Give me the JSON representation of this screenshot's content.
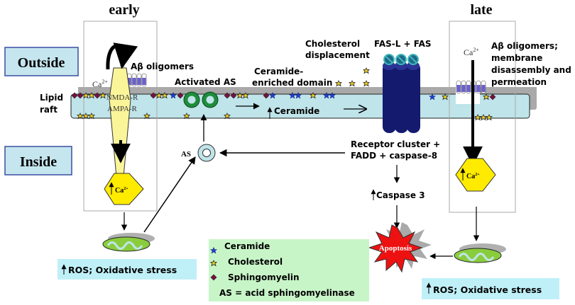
{
  "titles": {
    "early": "early",
    "late": "late"
  },
  "regions": {
    "outside": "Outside",
    "inside": "Inside",
    "lipid_raft_line1": "Lipid",
    "lipid_raft_line2": "raft"
  },
  "early": {
    "ab_oligomers": "Aβ oligomers",
    "ca_ion": "Ca",
    "ca_charge": "2+",
    "nmda": "NMDA-R",
    "ampa": "AMPA-R",
    "ca_increase": "Ca",
    "ca_increase_charge": "2+"
  },
  "middle": {
    "activated_as": "Activated AS",
    "ceramide_domain_line1": "Ceramide-",
    "ceramide_domain_line2": "enriched domain",
    "ceramide_increase": "Ceramide",
    "cholesterol_disp_line1": "Cholesterol",
    "cholesterol_disp_line2": "displacement",
    "fas": "FAS-L + FAS",
    "as_label": "AS",
    "receptor_line1": "Receptor cluster +",
    "receptor_line2": "FADD + caspase-8",
    "caspase3": "Caspase 3",
    "apoptosis": "Apoptosis"
  },
  "late": {
    "ca_ion": "Ca",
    "ca_charge": "2+",
    "desc_line1": "Aβ oligomers;",
    "desc_line2": "membrane",
    "desc_line3": "disassembly and",
    "desc_line4": "permeation",
    "ca_increase": "Ca",
    "ca_increase_charge": "2+"
  },
  "ros": {
    "left": "ROS; Oxidative stress",
    "right": "ROS; Oxidative stress"
  },
  "legend": {
    "ceramide": "Ceramide",
    "cholesterol": "Cholesterol",
    "sphingomyelin": "Sphingomyelin",
    "as_def": "AS = acid sphingomyelinase"
  },
  "colors": {
    "label_box": "#c5e6ee",
    "label_border": "#3b4fa0",
    "membrane": "#bfe4ea",
    "membrane_shadow": "#a9a9a9",
    "channel": "#fbf59a",
    "hexagon": "#ffeb00",
    "fas": "#141a6e",
    "fas_cap": "#3fb8b8",
    "as_green": "#1e8c3c",
    "legend_bg": "#c8f5c8",
    "ros_bg": "#bff0f8",
    "apoptosis": "#ee1111",
    "ceramide_star": "#1f3fd0",
    "cholesterol": "#f0d020",
    "sphingomyelin": "#7a1040",
    "receptor": "#6a5fd0"
  }
}
